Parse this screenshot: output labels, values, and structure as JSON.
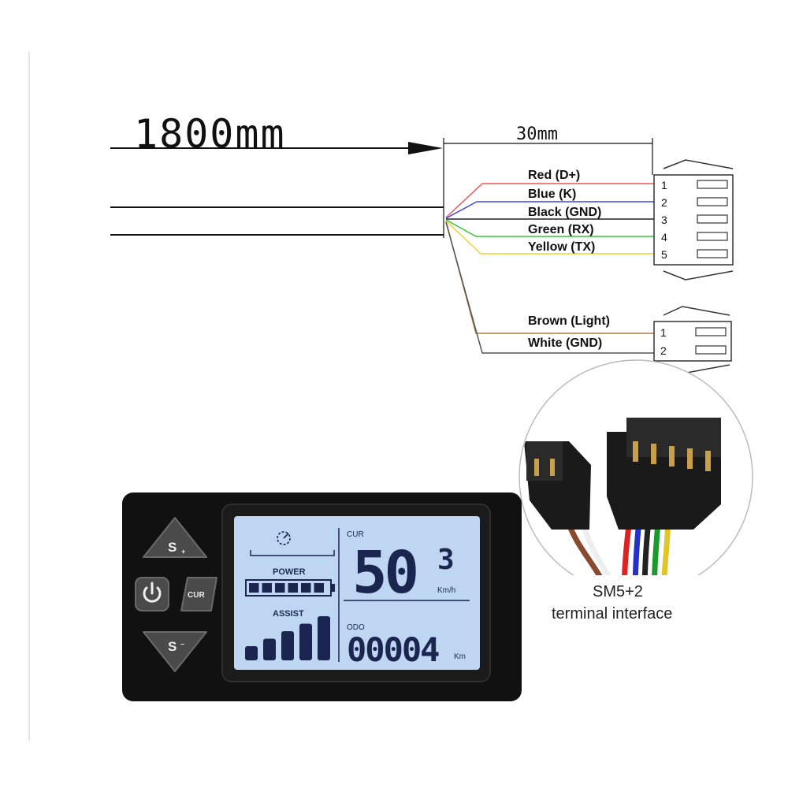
{
  "dimensions": {
    "cable_length": "1800mm",
    "lead_length": "30mm"
  },
  "connector_main": {
    "wires": [
      {
        "label": "Red (D+)",
        "color": "#e8585a",
        "pin": "1"
      },
      {
        "label": "Blue (K)",
        "color": "#3a49d8",
        "pin": "2"
      },
      {
        "label": "Black (GND)",
        "color": "#222222",
        "pin": "3"
      },
      {
        "label": "Green (RX)",
        "color": "#35c53a",
        "pin": "4"
      },
      {
        "label": "Yellow (TX)",
        "color": "#eed335",
        "pin": "5"
      }
    ]
  },
  "connector_light": {
    "wires": [
      {
        "label": "Brown (Light)",
        "color": "#b07a3a",
        "pin": "1"
      },
      {
        "label": "White (GND)",
        "color": "#555555",
        "pin": "2"
      }
    ]
  },
  "photo_caption": {
    "line1": "SM5+2",
    "line2": "terminal interface"
  },
  "display_unit": {
    "buttons": {
      "up": "S",
      "down": "S",
      "power_icon": "power-icon",
      "mode": "CUR"
    },
    "lcd": {
      "power_label": "POWER",
      "assist_label": "ASSIST",
      "cur_label": "CUR",
      "speed_main": "50",
      "speed_decimal": "3",
      "speed_unit": "Km/h",
      "odo_label": "ODO",
      "odometer": "00004",
      "odo_unit": "Km",
      "battery_segments": 6,
      "assist_bars": 5
    },
    "colors": {
      "lcd_bg": "#bfd6f2",
      "lcd_segment": "#1a2550",
      "body": "#111111"
    }
  }
}
